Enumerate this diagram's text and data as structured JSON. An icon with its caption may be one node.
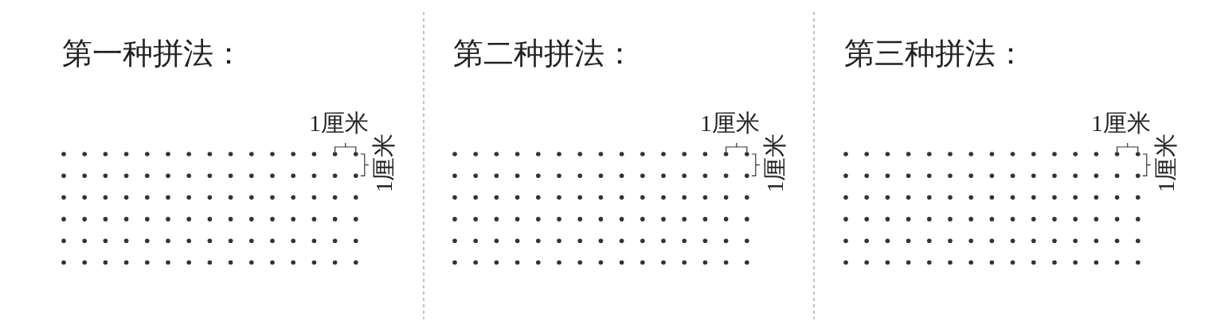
{
  "diagram": {
    "labels": [
      "第一种拼法：",
      "1厘米",
      "1厘米",
      "第二种拼法：",
      "1厘米",
      "1厘米",
      "第三种拼法：",
      "1厘米",
      "1厘米"
    ]
  }
}
